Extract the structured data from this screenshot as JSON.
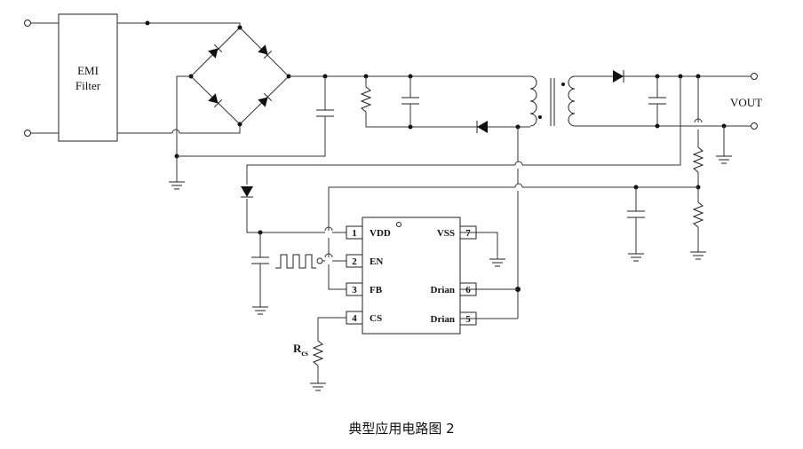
{
  "emi": {
    "line1": "EMI",
    "line2": "Filter"
  },
  "vout_label": "VOUT",
  "rcs": {
    "main": "R",
    "sub": "cs"
  },
  "ic": {
    "pins": [
      {
        "num": "1",
        "name": "VDD"
      },
      {
        "num": "2",
        "name": "EN"
      },
      {
        "num": "3",
        "name": "FB"
      },
      {
        "num": "4",
        "name": "CS"
      },
      {
        "num": "5",
        "name": "Drian"
      },
      {
        "num": "6",
        "name": "Drian"
      },
      {
        "num": "7",
        "name": "VSS"
      }
    ]
  },
  "caption": "典型应用电路图 2"
}
